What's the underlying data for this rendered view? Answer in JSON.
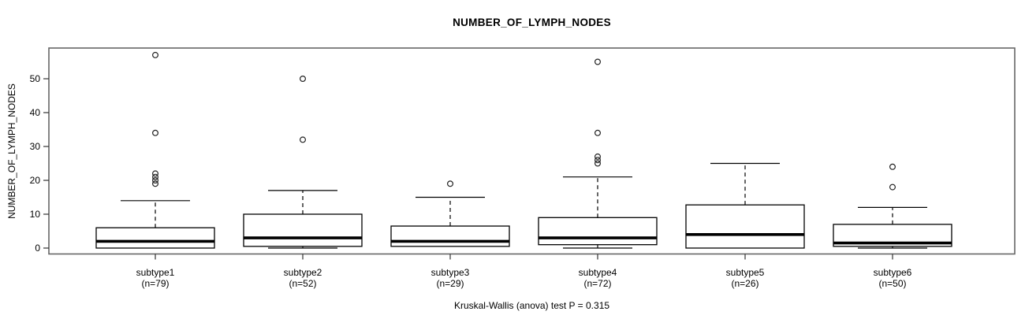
{
  "chart_data": {
    "type": "boxplot",
    "title": "NUMBER_OF_LYMPH_NODES",
    "ylabel": "NUMBER_OF_LYMPH_NODES",
    "caption": "Kruskal-Wallis (anova) test P = 0.315",
    "grid": false,
    "legend": "none",
    "ylim": [
      0,
      59
    ],
    "yticks": [
      0,
      10,
      20,
      30,
      40,
      50
    ],
    "categories": [
      "subtype1",
      "subtype2",
      "subtype3",
      "subtype4",
      "subtype5",
      "subtype6"
    ],
    "n_labels": [
      "(n=79)",
      "(n=52)",
      "(n=29)",
      "(n=72)",
      "(n=26)",
      "(n=50)"
    ],
    "series": [
      {
        "name": "subtype1",
        "n": 79,
        "whisker_low": 0,
        "q1": 0,
        "median": 2,
        "q3": 6,
        "whisker_high": 14,
        "outliers": [
          19,
          20,
          21,
          22,
          34,
          57
        ]
      },
      {
        "name": "subtype2",
        "n": 52,
        "whisker_low": 0,
        "q1": 0.5,
        "median": 3,
        "q3": 10,
        "whisker_high": 17,
        "outliers": [
          32,
          50
        ]
      },
      {
        "name": "subtype3",
        "n": 29,
        "whisker_low": 0.5,
        "q1": 0.5,
        "median": 2,
        "q3": 6.5,
        "whisker_high": 15,
        "outliers": [
          19
        ]
      },
      {
        "name": "subtype4",
        "n": 72,
        "whisker_low": 0,
        "q1": 1,
        "median": 3,
        "q3": 9,
        "whisker_high": 21,
        "outliers": [
          25,
          26,
          27,
          34,
          55
        ]
      },
      {
        "name": "subtype5",
        "n": 26,
        "whisker_low": 0,
        "q1": 0,
        "median": 4,
        "q3": 12.75,
        "whisker_high": 25,
        "outliers": []
      },
      {
        "name": "subtype6",
        "n": 50,
        "whisker_low": 0,
        "q1": 0.5,
        "median": 1.5,
        "q3": 7,
        "whisker_high": 12,
        "outliers": [
          18,
          24
        ]
      }
    ],
    "colors": {
      "box_fill": "#ffffff",
      "stroke": "#000000",
      "frame": "#666666",
      "background": "#ffffff"
    }
  }
}
